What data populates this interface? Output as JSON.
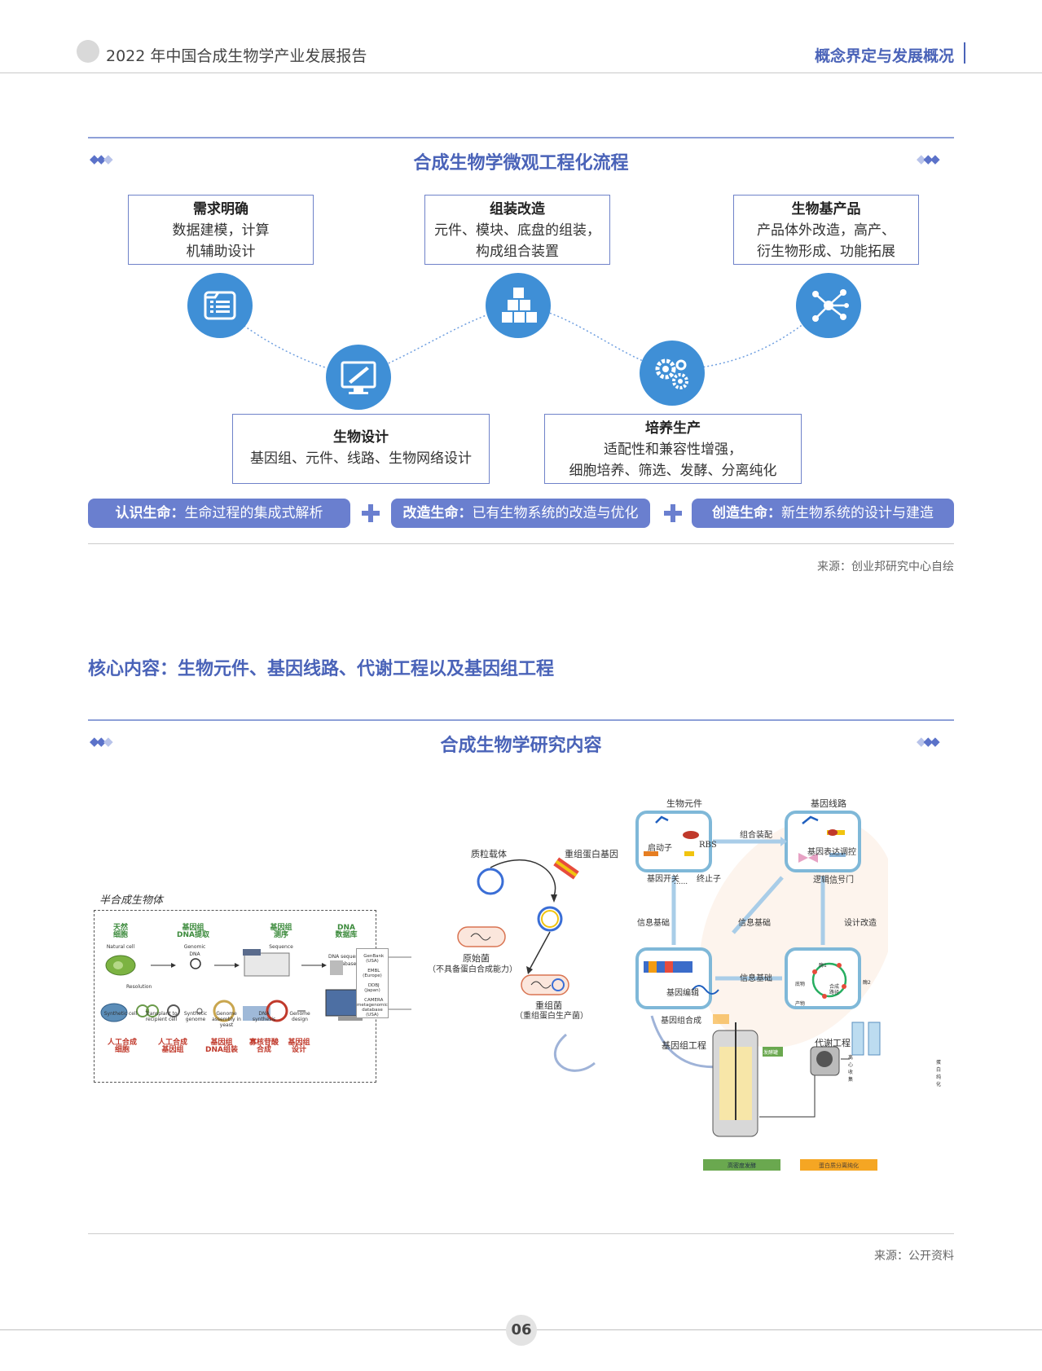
{
  "header": {
    "title": "2022 年中国合成生物学产业发展报告",
    "section": "概念界定与发展概况"
  },
  "fig1": {
    "title": "合成生物学微观工程化流程",
    "boxes": [
      {
        "title": "需求明确",
        "lines": [
          "数据建模，计算",
          "机辅助设计"
        ]
      },
      {
        "title": "组装改造",
        "lines": [
          "元件、模块、底盘的组装，",
          "构成组合装置"
        ]
      },
      {
        "title": "生物基产品",
        "lines": [
          "产品体外改造，高产、",
          "衍生物形成、功能拓展"
        ]
      },
      {
        "title": "生物设计",
        "lines": [
          "基因组、元件、线路、生物网络设计"
        ]
      },
      {
        "title": "培养生产",
        "lines": [
          "适配性和兼容性增强，",
          "细胞培养、筛选、发酵、分离纯化"
        ]
      }
    ],
    "icons": [
      "list-icon",
      "monitor-pen-icon",
      "cubes-icon",
      "gears-icon",
      "network-icon"
    ],
    "pills": [
      {
        "label": "认识生命：",
        "text": "生命过程的集成式解析"
      },
      {
        "label": "改造生命：",
        "text": "已有生物系统的改造与优化"
      },
      {
        "label": "创造生命：",
        "text": "新生物系统的设计与建造"
      }
    ],
    "source": "来源：创业邦研究中心自绘"
  },
  "subheading": "核心内容：生物元件、基因线路、代谢工程以及基因组工程",
  "fig2": {
    "title": "合成生物学研究内容",
    "left": {
      "caption": "半合成生物体",
      "top_labels": [
        "天然\n细胞",
        "基因组\nDNA提取",
        "基因组\n测序",
        "DNA\n数据库"
      ],
      "top_sub": [
        "Natural cell",
        "Genomic\nDNA",
        "Sequence",
        "DNA sequence\ndatabases"
      ],
      "db_list": [
        "GenBank\n(USA)",
        "EMBL\n(Europe)",
        "DDBJ\n(Japan)",
        "CAMERA\nmetagenomic\ndatabase\n(USA)"
      ],
      "resolution": "Resolution",
      "bottom_sub": [
        "Synthetic cell",
        "Transplant to\nrecipient cell",
        "Synthetic\ngenome",
        "Genome\nassembly in\nyeast",
        "DNA\nsynthesis",
        "Genome\ndesign"
      ],
      "bottom_labels": [
        "人工合成\n细胞",
        "人工合成\n基因组",
        "基因组\nDNA组装",
        "寡核苷酸\n合成",
        "基因组\n设计"
      ]
    },
    "middle": {
      "vector": "质粒载体",
      "gene": "重组蛋白基因",
      "host": "原始菌",
      "host_note": "（不具备蛋白合成能力）",
      "recomb": "重组菌",
      "recomb_note": "（重组蛋白生产菌）"
    },
    "right": {
      "parts_title": "生物元件",
      "parts": [
        "启动子",
        "RBS",
        "基因开关",
        "终止子",
        "......"
      ],
      "circuit_title": "基因线路",
      "circuit": [
        "基因表达调控",
        "逻辑信号门",
        "......"
      ],
      "assemble": "组合装配",
      "info1": "信息基础",
      "info2": "信息基础",
      "info3": "信息基础",
      "design": "设计改造",
      "genome": [
        "基因编辑",
        "基因组合成"
      ],
      "genome_title": "基因组工程",
      "metab_title": "代谢工程",
      "metab": [
        "底物",
        "产物",
        "合成\n路径",
        "酶1",
        "酶2"
      ],
      "process": [
        "发酵罐",
        "离心收集",
        "蛋白纯化"
      ],
      "bars": [
        "高密度发酵",
        "蛋白质分离纯化"
      ]
    },
    "source": "来源：公开资料"
  },
  "page_number": "06",
  "colors": {
    "accent": "#4a63b8",
    "pill": "#6a7fcf",
    "circle": "#3f8fd6"
  }
}
